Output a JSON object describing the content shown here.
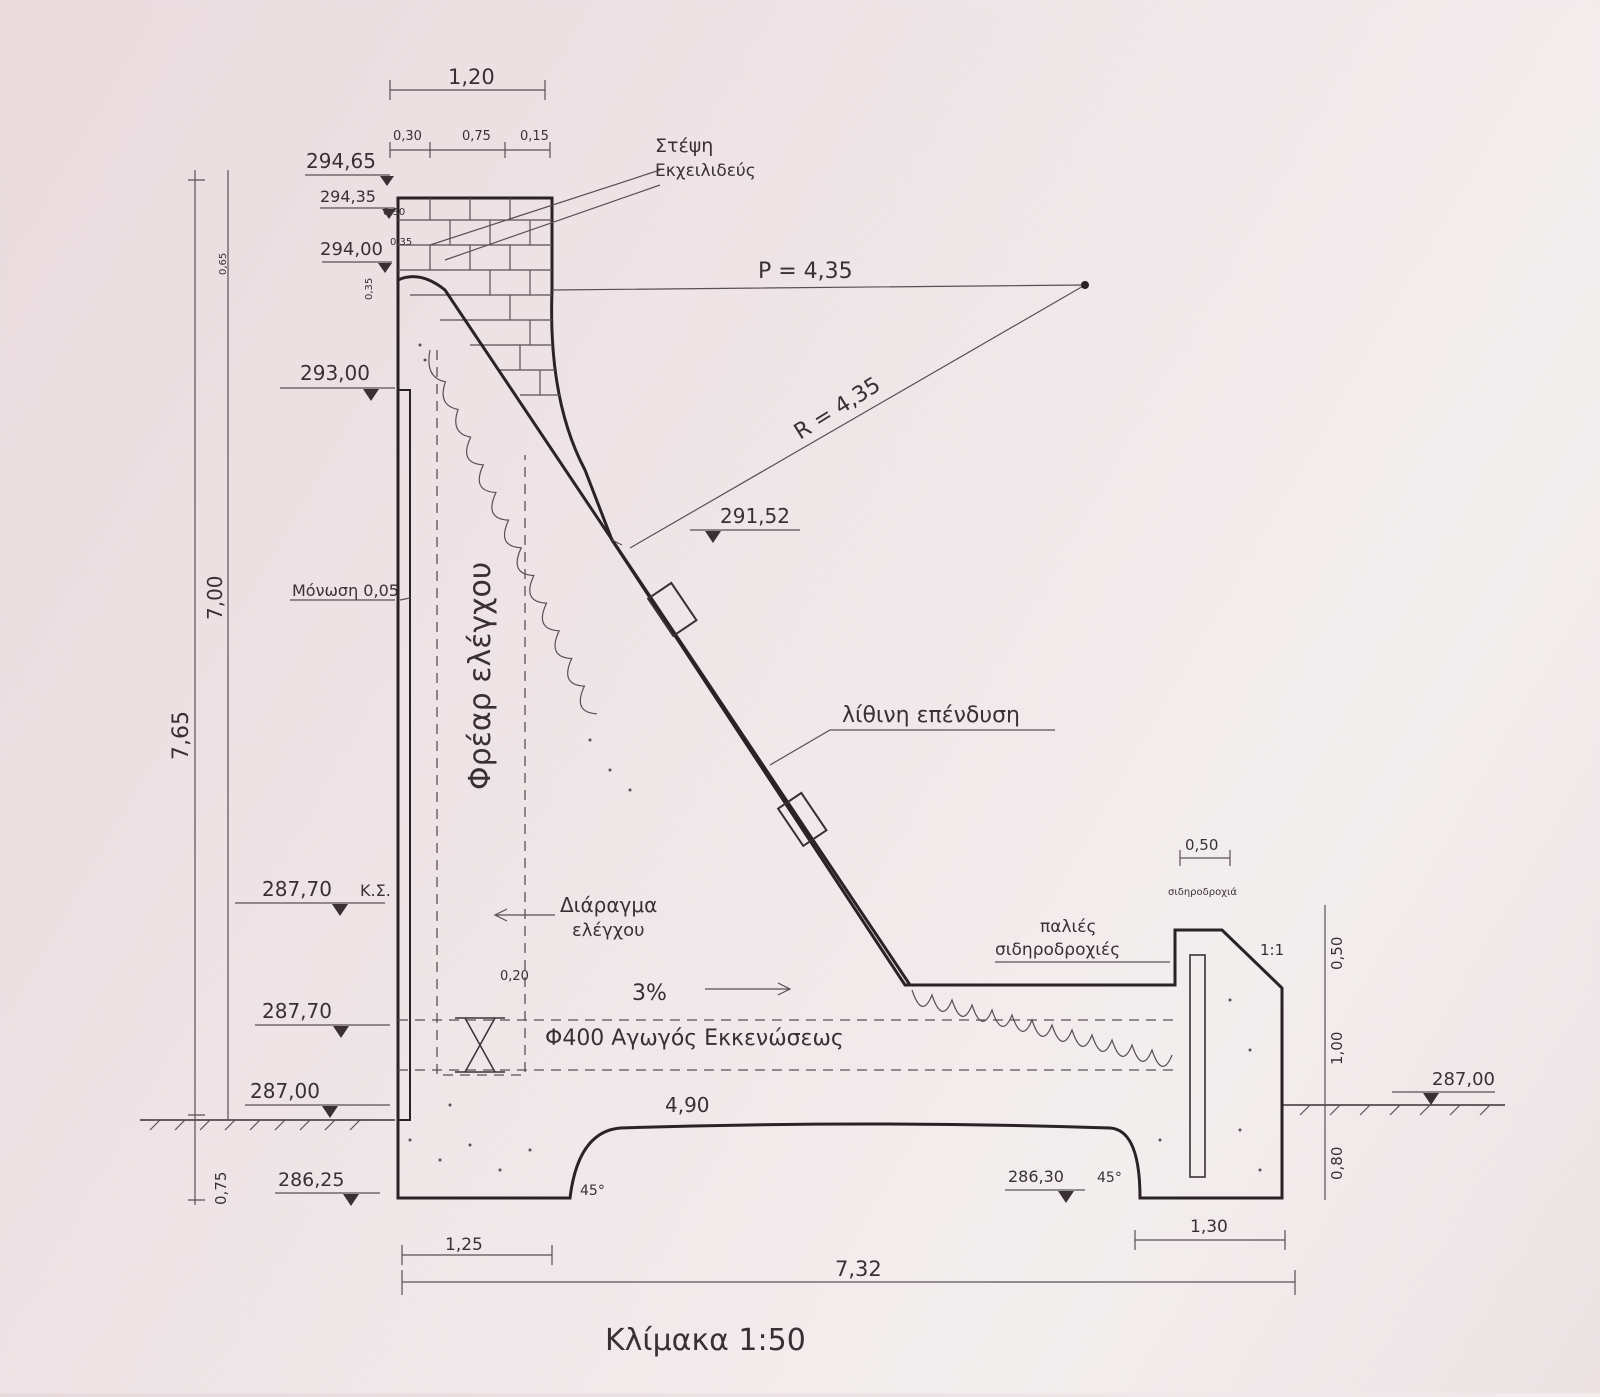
{
  "drawing": {
    "top_width": "1,20",
    "top_parts": [
      "0,30",
      "0,75",
      "0,15"
    ],
    "elev_294_65": "294,65",
    "elev_294_35": "294,35",
    "elev_294_00": "294,00",
    "elev_293_00": "293,00",
    "elev_291_52": "291,52",
    "elev_287_70_ks": "287,70",
    "ks_label": "Κ.Σ.",
    "elev_287_70": "287,70",
    "elev_287_00_left": "287,00",
    "elev_286_25": "286,25",
    "elev_286_30": "286,30",
    "elev_287_00_right": "287,00",
    "crest_label_line1": "Στέψη",
    "crest_label_line2": "Εκχειλιδεύς",
    "small_left_labels": [
      "0,30",
      "0,35",
      "0,35",
      "0,65"
    ],
    "p_label": "P = 4,35",
    "r_label": "R = 4,35",
    "insulation_label": "Μόνωση 0,05",
    "height_7_00": "7,00",
    "height_7_65": "7,65",
    "height_0_75": "0,75",
    "shaft_label": "Φρέαρ ελέγχου",
    "gate_label_line1": "Διάραγμα",
    "gate_label_line2": "ελέγχου",
    "slope_label": "3%",
    "drain_label": "Φ400    Αγωγός Εκκενώσεως",
    "dim_0_20": "0,20",
    "stone_label": "λίθινη επένδυση",
    "old_rails_line1": "παλιές",
    "old_rails_line2": "σιδηροδροχιές",
    "dim_0_50_top": "0,50",
    "slope_1_1": "1:1",
    "right_dims": [
      "0,50",
      "1,00",
      "0,80"
    ],
    "bottom_4_90": "4,90",
    "angle_45_left": "45°",
    "angle_45_right": "45°",
    "dim_1_25": "1,25",
    "dim_1_30": "1,30",
    "dim_7_32": "7,32",
    "scale_label": "Κλίμακα 1:50",
    "small_note": "σιδηροδροχιά"
  }
}
